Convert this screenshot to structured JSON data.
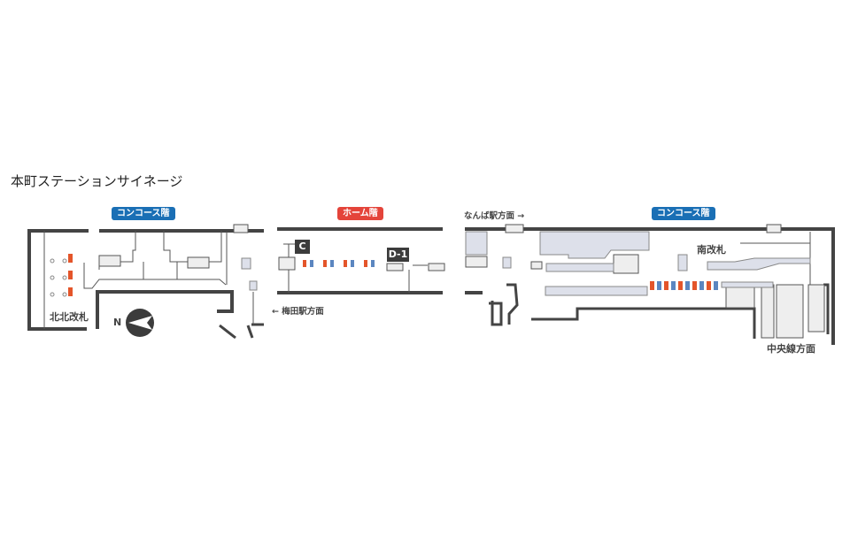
{
  "title": "本町ステーションサイネージ",
  "sections": {
    "concourse_left": "コンコース階",
    "platform": "ホーム階",
    "concourse_right": "コンコース階"
  },
  "labels": {
    "north_north_gate": "北北改札",
    "compass_n": "N",
    "sign_c": "C",
    "sign_d1": "D-1",
    "umeda_direction": "← 梅田駅方面",
    "namba_direction": "なんば駅方面 →",
    "south_gate": "南改札",
    "chuo_line_direction": "中央線方面"
  },
  "colors": {
    "concourse_badge": "#1a6fb5",
    "platform_badge": "#e4443a",
    "wall": "#444444",
    "structure_fill": "#dde0ea"
  }
}
